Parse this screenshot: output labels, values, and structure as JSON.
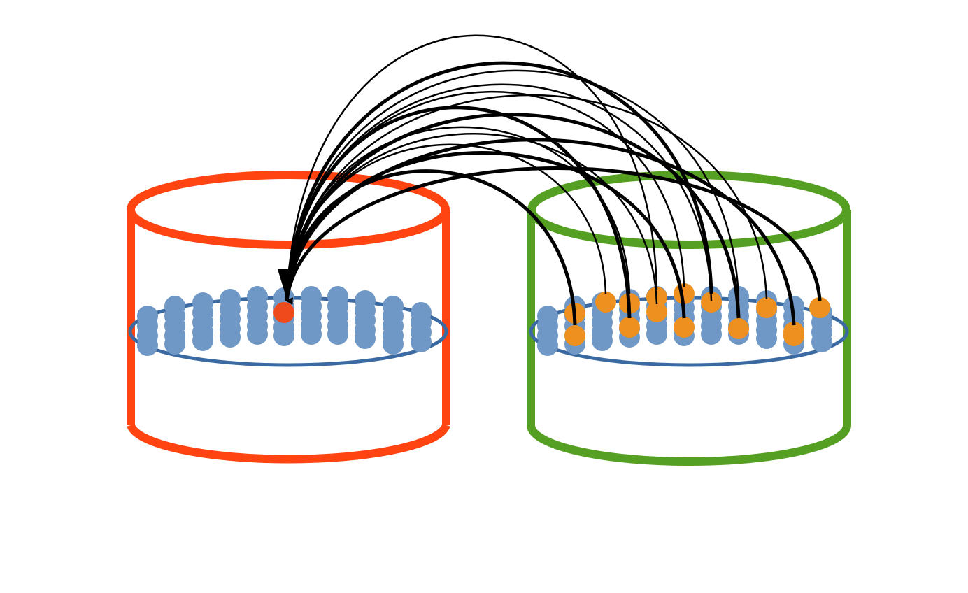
{
  "colors": {
    "left_cylinder": "#ff4411",
    "right_cylinder": "#55a022",
    "disk_ring": "#3b6aa3",
    "node": "#6f98c6",
    "target_node": "#ee4b1c",
    "source_node": "#ee9020",
    "arrow": "#000000",
    "background": "#ffffff"
  },
  "cylinders": [
    {
      "id": "left",
      "color_key": "left_cylinder"
    },
    {
      "id": "right",
      "color_key": "right_cylinder"
    }
  ],
  "connections": {
    "direction": "right-to-left",
    "count": 15,
    "target": "left-cylinder-highlighted-node"
  }
}
